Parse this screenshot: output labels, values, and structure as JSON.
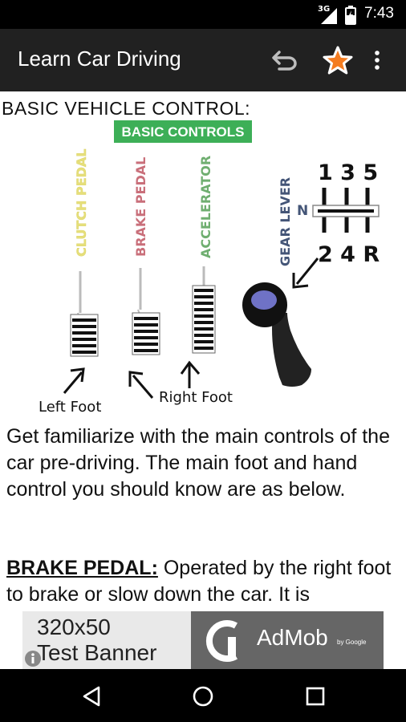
{
  "status_bar": {
    "network": "3G",
    "time": "7:43"
  },
  "app_bar": {
    "title": "Learn Car Driving"
  },
  "content": {
    "heading": "BASIC VEHICLE CONTROL:",
    "figure": {
      "banner": "BASIC CONTROLS",
      "clutch_label": "CLUTCH PEDAL",
      "brake_label": "BRAKE PEDAL",
      "accelerator_label": "ACCELERATOR",
      "gear_label": "GEAR LEVER",
      "gear_top": "1 3 5",
      "gear_neutral": "N",
      "gear_bottom": "2 4 R",
      "left_foot": "Left Foot",
      "right_foot": "Right Foot",
      "colors": {
        "banner": "#3daf57",
        "clutch": "#e6df7a",
        "brake": "#c96f7a",
        "accelerator": "#6fae70",
        "gear": "#445577"
      }
    },
    "para1": "Get familiarize with the main controls of the car pre-driving. The main foot and hand control you should know are as below.",
    "para2_term": "BRAKE PEDAL:",
    "para2_text": " Operated by the right foot to brake or slow down the car. It is"
  },
  "ad": {
    "size": "320x50",
    "label": "Test Banner",
    "brand": "AdMob",
    "by": "by Google"
  }
}
